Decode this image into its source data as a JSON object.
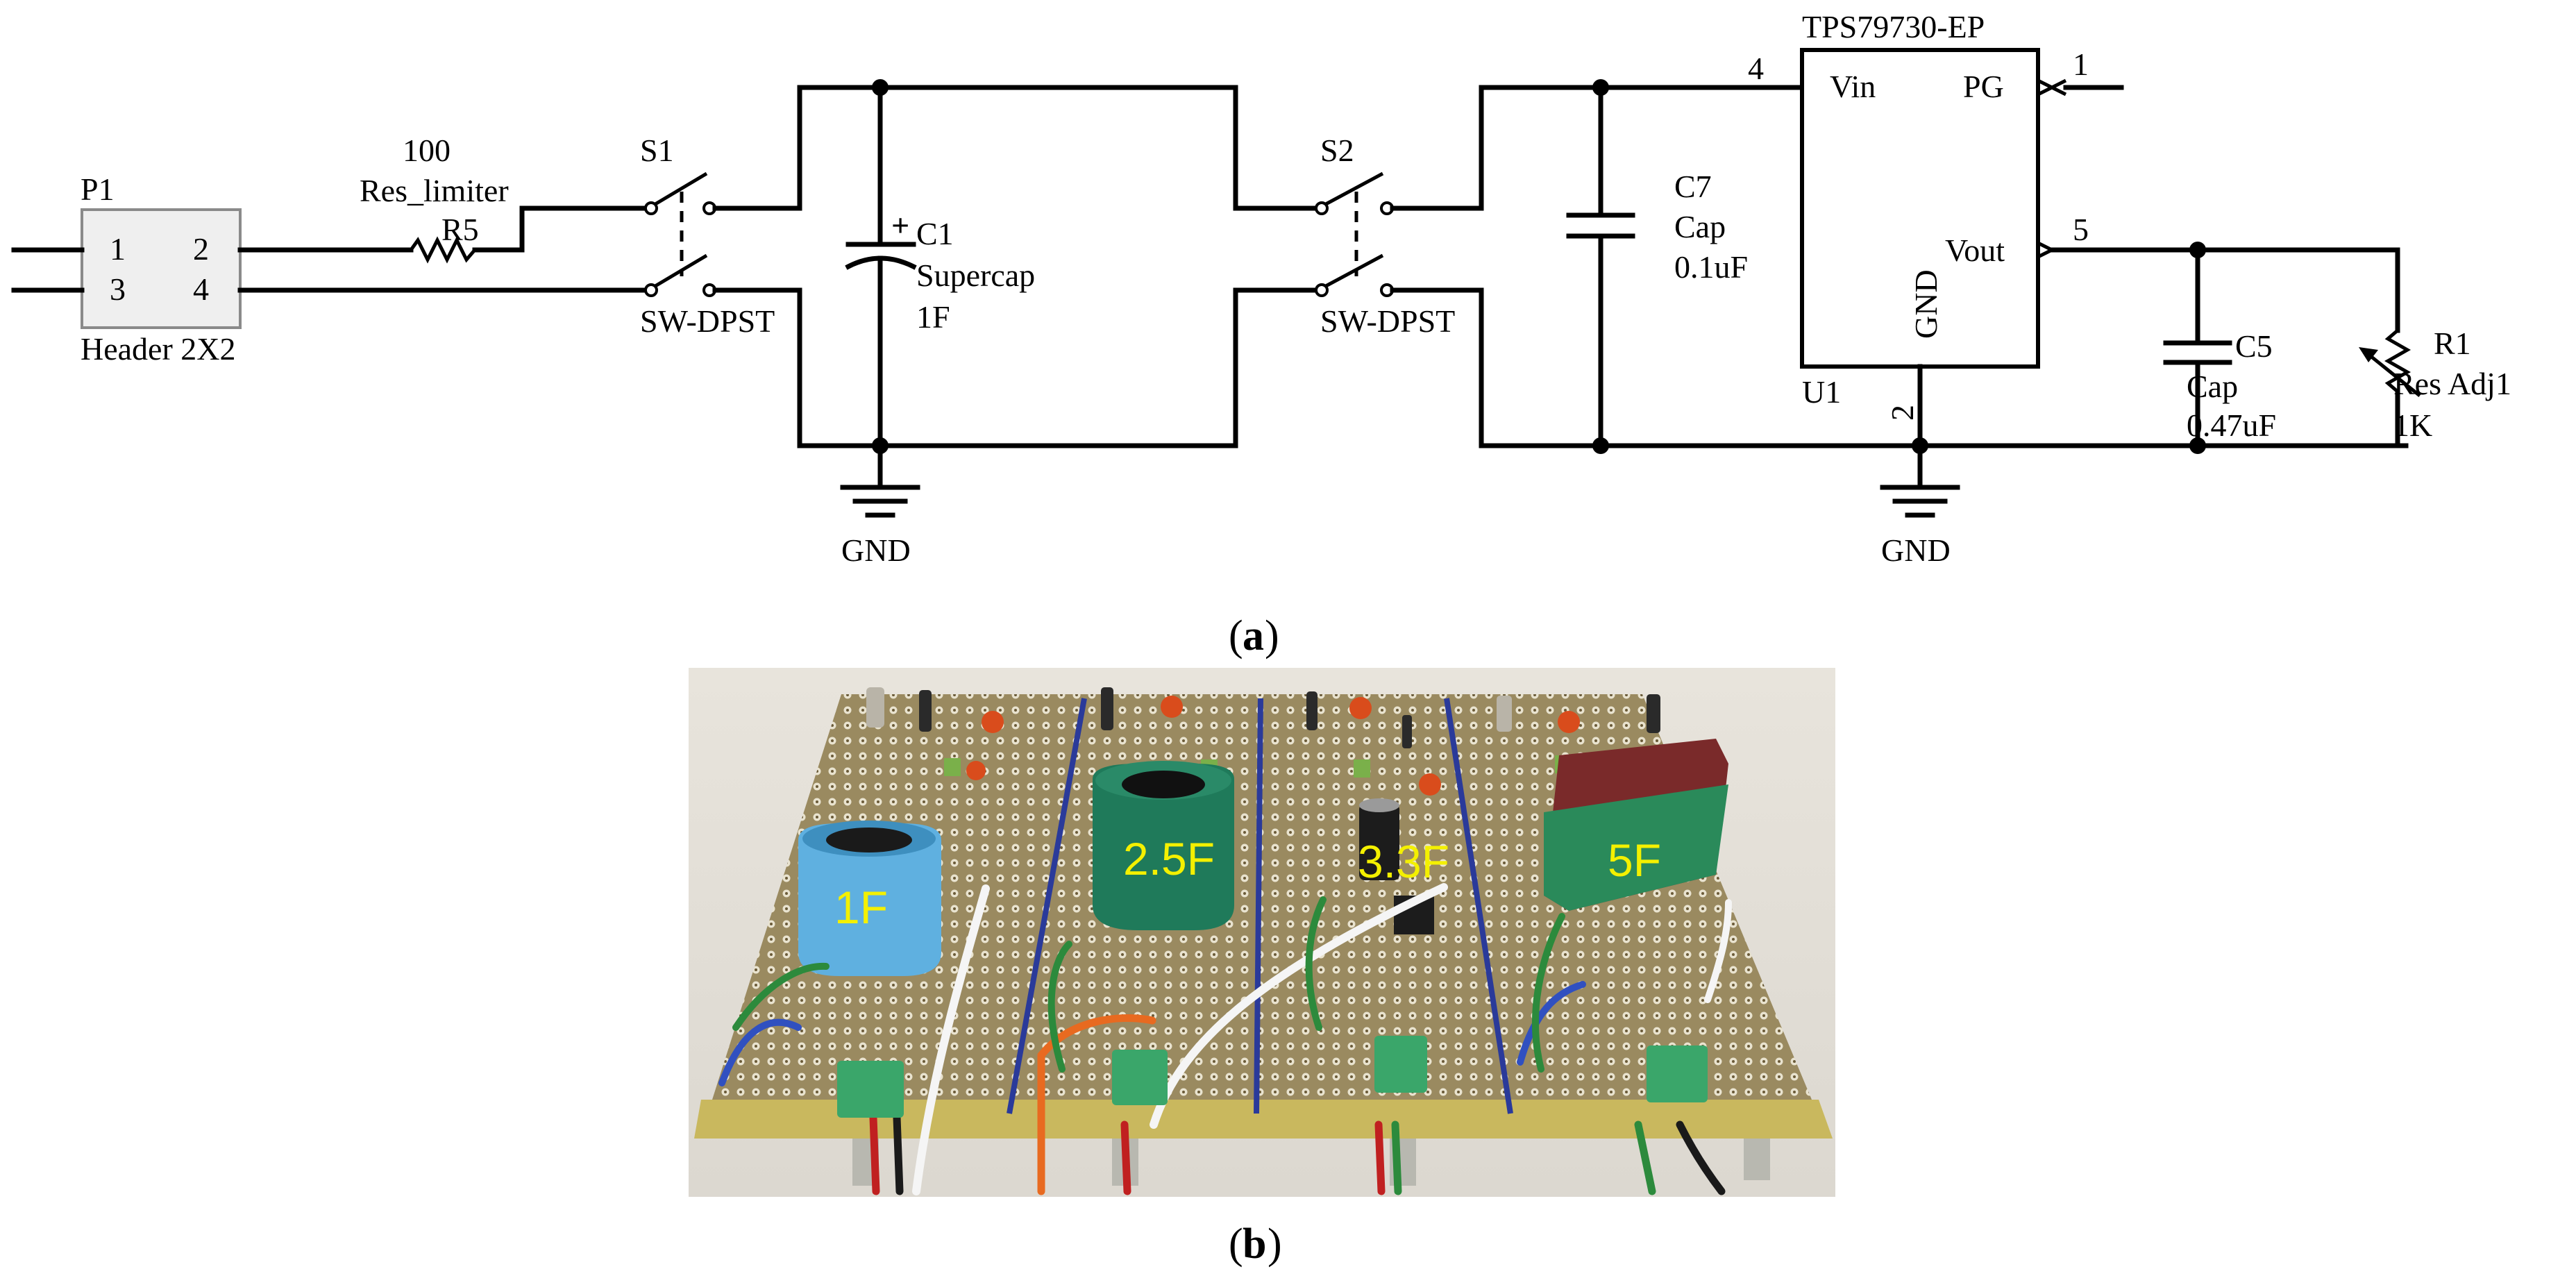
{
  "figure": {
    "panel_a": {
      "caption_letter": "a",
      "header": {
        "ref": "P1",
        "name": "Header 2X2",
        "pins": [
          "1",
          "2",
          "3",
          "4"
        ]
      },
      "resistor_limiter": {
        "value": "100",
        "name": "Res_limiter",
        "ref": "R5"
      },
      "switch_1": {
        "ref": "S1",
        "type": "SW-DPST"
      },
      "supercap": {
        "ref": "C1",
        "polarity": "+",
        "type": "Supercap",
        "value": "1F"
      },
      "switch_2": {
        "ref": "S2",
        "type": "SW-DPST"
      },
      "capacitor_c7": {
        "ref": "C7",
        "type": "Cap",
        "value": "0.1uF"
      },
      "regulator": {
        "part": "TPS79730-EP",
        "ref": "U1",
        "pin_vin": "Vin",
        "pin_pg": "PG",
        "pin_vout": "Vout",
        "pin_gnd": "GND",
        "num_vin": "4",
        "num_pg": "1",
        "num_vout": "5",
        "num_gnd": "2"
      },
      "capacitor_c5": {
        "ref": "C5",
        "type": "Cap",
        "value": "0.47uF"
      },
      "resistor_adj": {
        "ref": "R1",
        "type": "Res Adj1",
        "value": "1K"
      },
      "ground_left": "GND",
      "ground_right": "GND"
    },
    "panel_b": {
      "caption_letter": "b",
      "photo_labels": [
        "1F",
        "2.5F",
        "3.3F",
        "5F"
      ]
    }
  }
}
